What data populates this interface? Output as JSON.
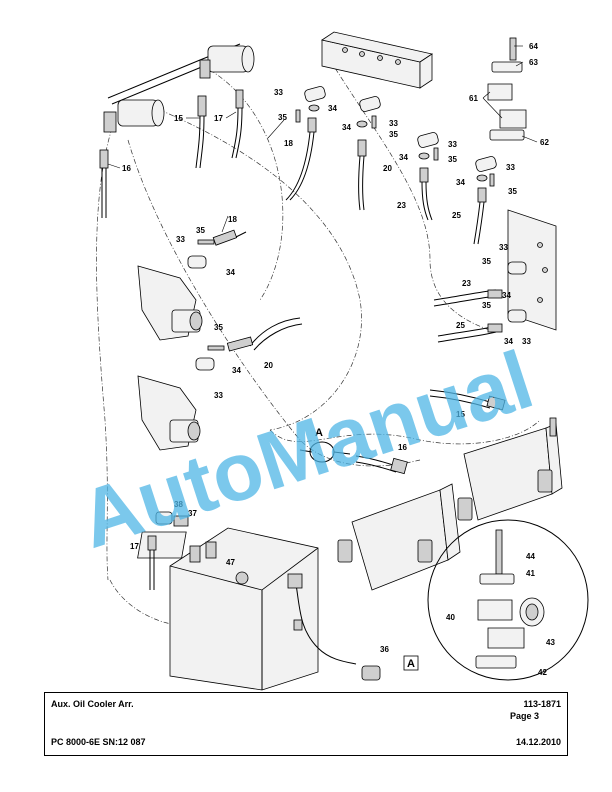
{
  "diagram": {
    "callouts": {
      "c64": "64",
      "c63": "63",
      "c61": "61",
      "c62": "62",
      "c33a": "33",
      "c34a": "34",
      "c35a": "35",
      "c33b": "33",
      "c34b": "34",
      "c35b": "35",
      "c33c": "33",
      "c34c": "34",
      "c35c": "35",
      "c33d": "33",
      "c34d": "34",
      "c35d": "35",
      "c15a": "15",
      "c17a": "17",
      "c16a": "16",
      "c18a": "18",
      "c20a": "20",
      "c23a": "23",
      "c25a": "25",
      "c18b": "18",
      "c35e": "35",
      "c33e": "33",
      "c34e": "34",
      "c35f": "35",
      "c34f": "34",
      "c33f": "33",
      "c20b": "20",
      "c33g": "33",
      "c35g": "35",
      "c23b": "23",
      "c34g": "34",
      "c35h": "35",
      "c25b": "25",
      "c34h": "34",
      "c33h": "33",
      "c15b": "15",
      "c16b": "16",
      "c38": "38",
      "c37": "37",
      "c17b": "17",
      "c47": "47",
      "c44": "44",
      "c41": "41",
      "c40": "40",
      "c43": "43",
      "c42": "42",
      "c36": "36"
    },
    "view_label": "A",
    "detail_label": "A",
    "watermark": "AutoManual"
  },
  "title_block": {
    "title": "Aux. Oil Cooler Arr.",
    "drawing_number": "113-1871",
    "page": "Page 3",
    "model": "PC 8000-6E SN:12 087",
    "date": "14.12.2010"
  }
}
